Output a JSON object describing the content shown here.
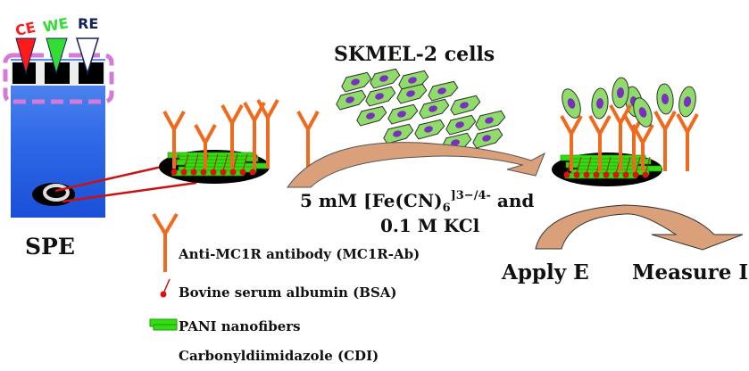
{
  "electrodes": {
    "ce": "CE",
    "we": "WE",
    "re": "RE"
  },
  "colors": {
    "ce": "#ff1a1a",
    "we": "#33dd33",
    "re": "#13235a",
    "antibody": "#f06a1e",
    "pani": "#33dd11",
    "arrow": "#d9a07a",
    "cell": "#8fdc6a",
    "nucleus": "#7a2fc0",
    "spe_blue": "#1f5fe0",
    "dash": "#d67ad8"
  },
  "spe_label": "SPE",
  "cells_title": "SKMEL-2 cells",
  "solution": {
    "line1_a": "5 mM [Fe(CN)",
    "line1_sub": "6",
    "line1_sup": "]3−/4-",
    "line1_b": " and",
    "line2": "0.1 M KCl"
  },
  "steps": {
    "apply": "Apply E",
    "measure": "Measure I"
  },
  "legend": [
    {
      "icon": "antibody-icon",
      "label": "Anti-MC1R antibody (MC1R-Ab)"
    },
    {
      "icon": "bsa-icon",
      "label": "Bovine serum albumin (BSA)"
    },
    {
      "icon": "pani-nanofiber-icon",
      "label": "PANI nanofibers"
    },
    {
      "icon": "none",
      "label": "Carbonyldiimidazole (CDI)"
    }
  ]
}
